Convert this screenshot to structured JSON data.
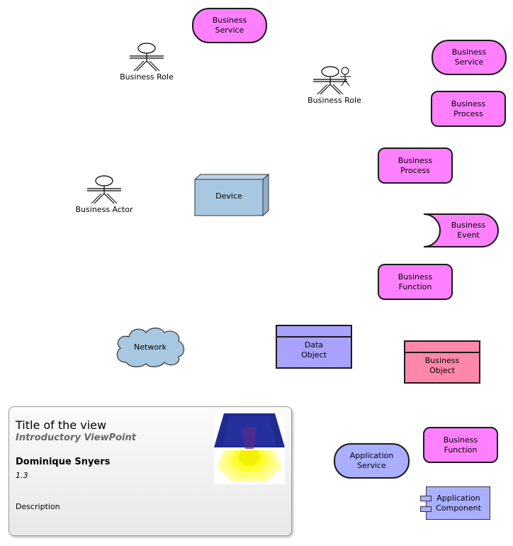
{
  "nodes": {
    "business_service_1": "Business\nService",
    "business_service_2": "Business\nService",
    "business_process_1": "Business\nProcess",
    "business_process_2": "Business\nProcess",
    "business_event": "Business\nEvent",
    "business_function_1": "Business\nFunction",
    "business_function_2": "Business\nFunction",
    "business_object": "Business\nObject",
    "data_object": "Data\nObject",
    "device": "Device",
    "network": "Network",
    "application_service": "Application\nService",
    "application_component": "Application\nComponent",
    "business_role_1": "Business Role",
    "business_role_2": "Business Role",
    "business_actor": "Business Actor"
  },
  "card": {
    "title": "Title of the view",
    "viewpoint": "Introductory ViewPoint",
    "author": "Dominique Snyers",
    "version": "1.3",
    "description": "Description"
  },
  "colors": {
    "business": "#ff80ff",
    "business_object": "#ff88aa",
    "data_object": "#aaa2ff",
    "application": "#aab0ff",
    "technology": "#a8c8e2"
  }
}
